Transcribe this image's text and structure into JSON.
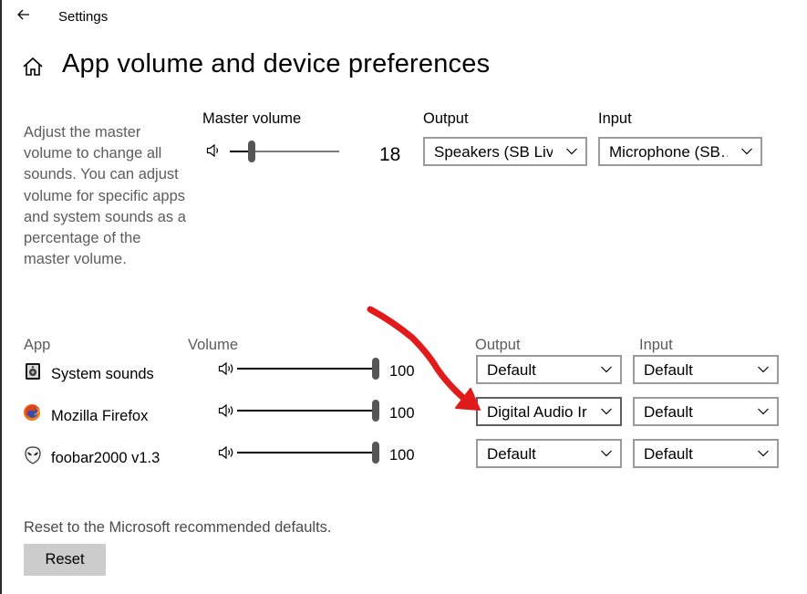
{
  "window": {
    "title": "Settings"
  },
  "page": {
    "title": "App volume and device preferences"
  },
  "description": "Adjust the master volume to change all sounds. You can adjust volume for specific apps and system sounds as a percentage of the master volume.",
  "master": {
    "volume_label": "Master volume",
    "volume_value": "18",
    "output_label": "Output",
    "output_value": "Speakers (SB Liv…",
    "input_label": "Input",
    "input_value": "Microphone (SB…"
  },
  "apps_header": {
    "app": "App",
    "volume": "Volume",
    "output": "Output",
    "input": "Input"
  },
  "apps": [
    {
      "name": "System sounds",
      "icon": "system-sounds-icon",
      "volume": "100",
      "output": "Default",
      "input": "Default"
    },
    {
      "name": "Mozilla Firefox",
      "icon": "firefox-icon",
      "volume": "100",
      "output": "Digital Audio Ir",
      "input": "Default"
    },
    {
      "name": "foobar2000 v1.3",
      "icon": "foobar2000-icon",
      "volume": "100",
      "output": "Default",
      "input": "Default"
    }
  ],
  "reset": {
    "description": "Reset to the Microsoft recommended defaults.",
    "button_label": "Reset"
  },
  "colors": {
    "annotation_arrow": "#e11b1b",
    "slider_thumb": "#565656",
    "muted_text": "#5c5c5c"
  }
}
